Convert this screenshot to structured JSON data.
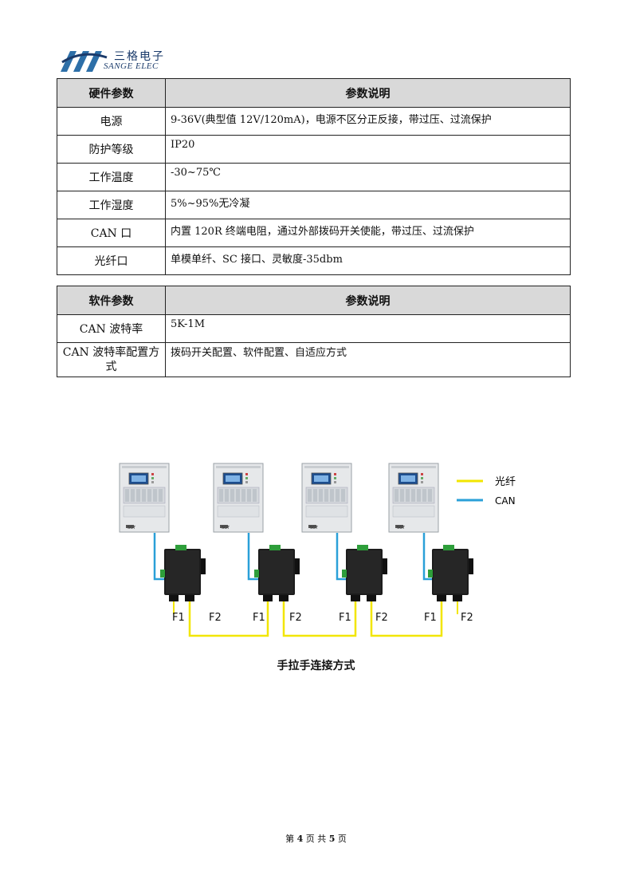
{
  "header": {
    "brand_cn": "三格电子",
    "brand_en": "SANGE ELEC"
  },
  "hardware_table": {
    "headers": [
      "硬件参数",
      "参数说明"
    ],
    "rows": [
      [
        "电源",
        "9-36V(典型值 12V/120mA)，电源不区分正反接，带过压、过流保护"
      ],
      [
        "防护等级",
        "IP20"
      ],
      [
        "工作温度",
        "-30~75℃"
      ],
      [
        "工作湿度",
        "5%~95%无冷凝"
      ],
      [
        "CAN 口",
        "内置 120R 终端电阻，通过外部拨码开关使能，带过压、过流保护"
      ],
      [
        "光纤口",
        "单模单纤、SC 接口、灵敏度-35dbm"
      ]
    ]
  },
  "software_table": {
    "headers": [
      "软件参数",
      "参数说明"
    ],
    "rows": [
      [
        "CAN 波特率",
        "5K-1M"
      ],
      [
        "CAN 波特率配置方式",
        "拨码开关配置、软件配置、自适应方式"
      ]
    ]
  },
  "diagram": {
    "legend": [
      {
        "label": "光纤",
        "color": "#f2e600"
      },
      {
        "label": "CAN",
        "color": "#2aa0d8"
      }
    ],
    "port_labels": [
      "F1",
      "F2",
      "F1",
      "F2",
      "F1",
      "F2",
      "F1",
      "F2"
    ],
    "panel_badge": "SGT"
  },
  "caption": "手拉手连接方式",
  "footer": {
    "prefix": "第",
    "page": "4",
    "mid": "页 共",
    "total": "5",
    "suffix": "页"
  }
}
